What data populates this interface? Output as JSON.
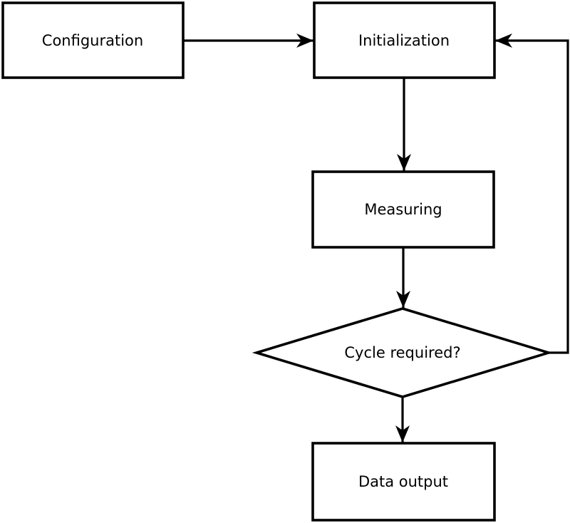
{
  "diagram": {
    "type": "flowchart",
    "background_color": "#ffffff",
    "stroke_color": "#000000",
    "text_color": "#000000",
    "node_fill_color": "#ffffff",
    "nodes": [
      {
        "id": "configuration",
        "label": "Configuration",
        "shape": "rectangle"
      },
      {
        "id": "initialization",
        "label": "Initialization",
        "shape": "rectangle"
      },
      {
        "id": "measuring",
        "label": "Measuring",
        "shape": "rectangle"
      },
      {
        "id": "cycle-required",
        "label": "Cycle required?",
        "shape": "diamond"
      },
      {
        "id": "data-output",
        "label": "Data output",
        "shape": "rectangle"
      }
    ],
    "edges": [
      {
        "from": "configuration",
        "to": "initialization"
      },
      {
        "from": "initialization",
        "to": "measuring"
      },
      {
        "from": "measuring",
        "to": "cycle-required"
      },
      {
        "from": "cycle-required",
        "to": "data-output"
      },
      {
        "from": "cycle-required",
        "to": "initialization"
      }
    ]
  }
}
